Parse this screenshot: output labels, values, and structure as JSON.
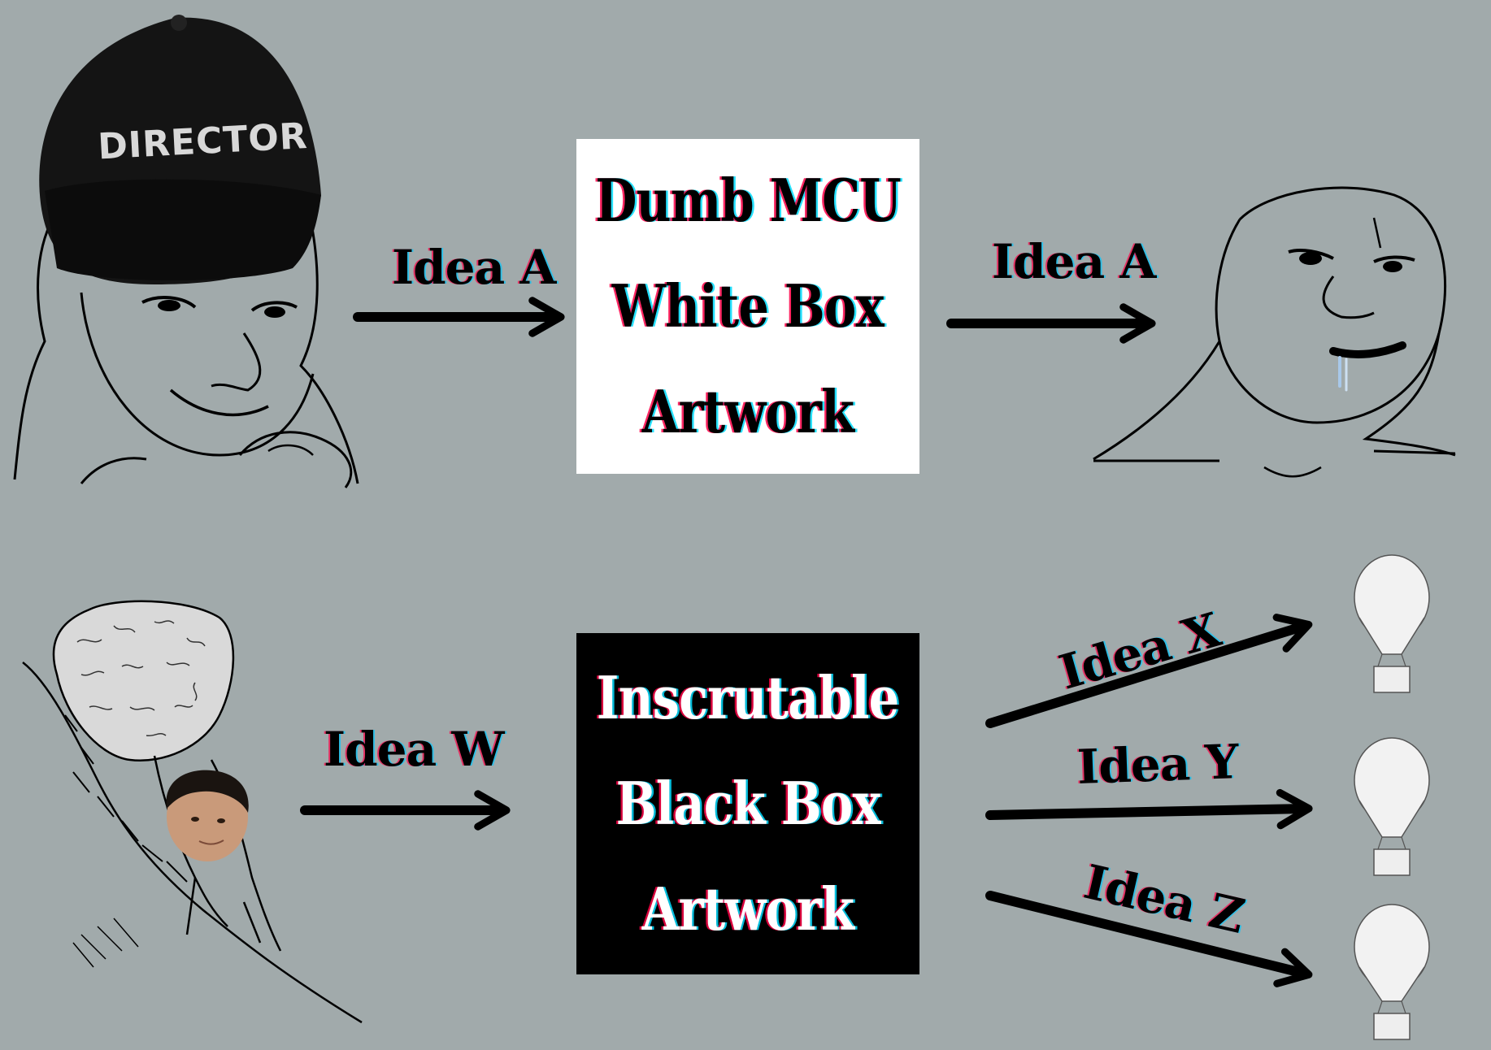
{
  "top_row": {
    "cap_label": "DIRECTOR",
    "arrow_left_label": "Idea A",
    "box_lines": [
      "Dumb MCU",
      "White Box",
      "Artwork"
    ],
    "arrow_right_label": "Idea A"
  },
  "bottom_row": {
    "arrow_left_label": "Idea W",
    "box_lines": [
      "Inscrutable",
      "Black Box",
      "Artwork"
    ],
    "arrow_labels": [
      "Idea X",
      "Idea Y",
      "Idea Z"
    ]
  },
  "colors": {
    "background": "#a1aaab",
    "white_box": "#ffffff",
    "black_box": "#000000",
    "ink": "#000000"
  }
}
